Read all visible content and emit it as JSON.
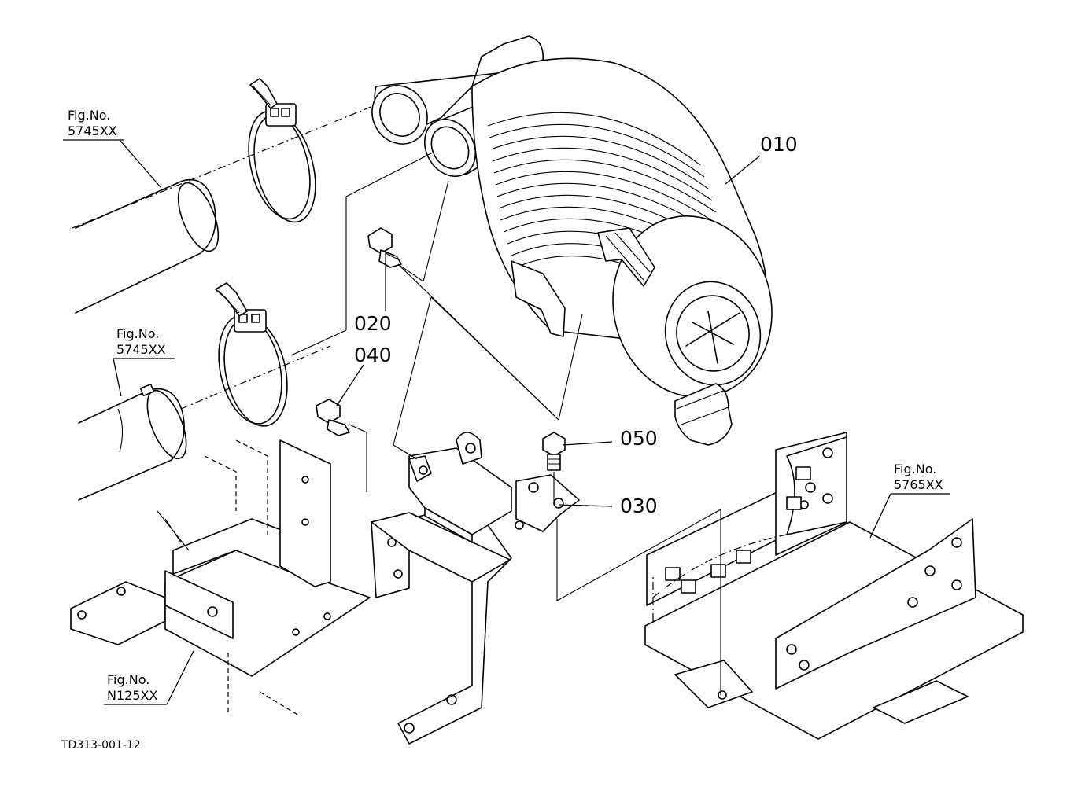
{
  "drawing": {
    "code": "TD313-001-12",
    "parts": [
      {
        "number": "010"
      },
      {
        "number": "020"
      },
      {
        "number": "030"
      },
      {
        "number": "040"
      },
      {
        "number": "050"
      }
    ],
    "references": [
      {
        "title": "Fig.No.",
        "number": "5745XX"
      },
      {
        "title": "Fig.No.",
        "number": "5745XX"
      },
      {
        "title": "Fig.No.",
        "number": "5765XX"
      },
      {
        "title": "Fig.No.",
        "number": "N125XX"
      }
    ]
  }
}
